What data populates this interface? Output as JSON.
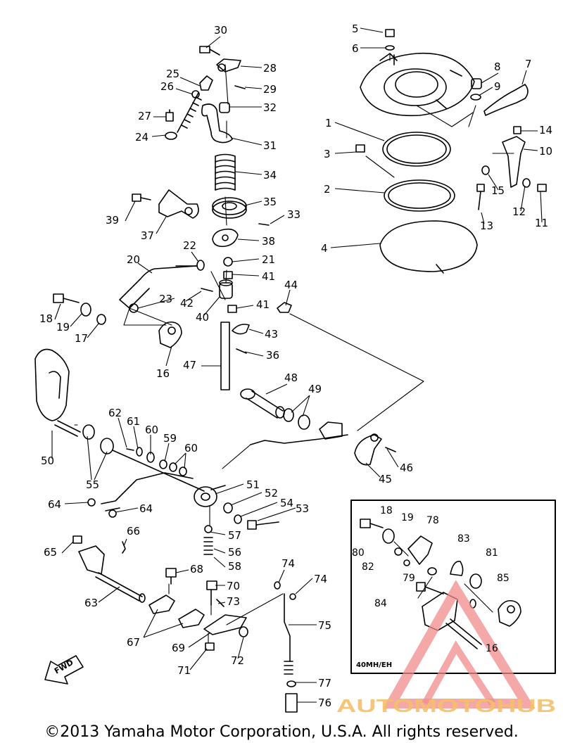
{
  "parts": {
    "n30": "30",
    "n28": "28",
    "n25": "25",
    "n29": "29",
    "n26": "26",
    "n32": "32",
    "n27": "27",
    "n24": "24",
    "n31": "31",
    "n34": "34",
    "n35": "35",
    "n39": "39",
    "n33": "33",
    "n37": "37",
    "n38": "38",
    "n22": "22",
    "n21": "21",
    "n20": "20",
    "n41a": "41",
    "n42": "42",
    "n23": "23",
    "n40": "40",
    "n41b": "41",
    "n18": "18",
    "n19": "19",
    "n17": "17",
    "n43": "43",
    "n44": "44",
    "n36": "36",
    "n16": "16",
    "n47": "47",
    "n48": "48",
    "n49": "49",
    "n62": "62",
    "n61": "61",
    "n60a": "60",
    "n59": "59",
    "n60b": "60",
    "n50": "50",
    "n55": "55",
    "n51": "51",
    "n46": "46",
    "n45": "45",
    "n52": "52",
    "n54": "54",
    "n53": "53",
    "n64a": "64",
    "n64b": "64",
    "n57": "57",
    "n66": "66",
    "n56": "56",
    "n65": "65",
    "n58": "58",
    "n68": "68",
    "n74a": "74",
    "n74b": "74",
    "n70": "70",
    "n73": "73",
    "n63": "63",
    "n75": "75",
    "n67": "67",
    "n69": "69",
    "n72": "72",
    "n71": "71",
    "n77": "77",
    "n76": "76",
    "n5": "5",
    "n6": "6",
    "n8": "8",
    "n7": "7",
    "n9": "9",
    "n1": "1",
    "n14": "14",
    "n3": "3",
    "n10": "10",
    "n2": "2",
    "n15": "15",
    "n12": "12",
    "n11": "11",
    "n13": "13",
    "n4": "4"
  },
  "inset": {
    "title": "40MH/EH",
    "n18": "18",
    "n19": "19",
    "n78": "78",
    "n83": "83",
    "n80": "80",
    "n82": "82",
    "n81": "81",
    "n79": "79",
    "n85": "85",
    "n84": "84",
    "n16": "16"
  },
  "fwd_arrow": "FWD",
  "watermark": "AUTOMOTOHUB",
  "copyright": "©2013 Yamaha Motor Corporation, U.S.A. All rights reserved."
}
